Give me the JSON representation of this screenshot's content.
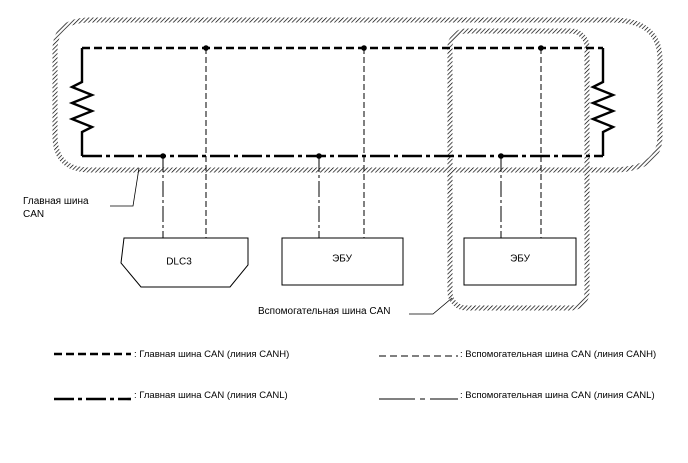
{
  "main_bus_label_line1": "Главная шина",
  "main_bus_label_line2": "CAN",
  "sub_bus_label": "Вспомогательная шина CAN",
  "nodes": {
    "dlc3": "DLC3",
    "ecu_main": "ЭБУ",
    "ecu_sub": "ЭБУ"
  },
  "legend": {
    "main_canh": ": Главная шина CAN (линия CANH)",
    "main_canl": ": Главная шина CAN (линия CANL)",
    "sub_canh": ": Вспомогательная шина CAN (линия CANH)",
    "sub_canl": ": Вспомогательная шина CAN (линия CANL)"
  },
  "colors": {
    "line": "#000000",
    "hatch": "#000000",
    "background": "#ffffff"
  }
}
